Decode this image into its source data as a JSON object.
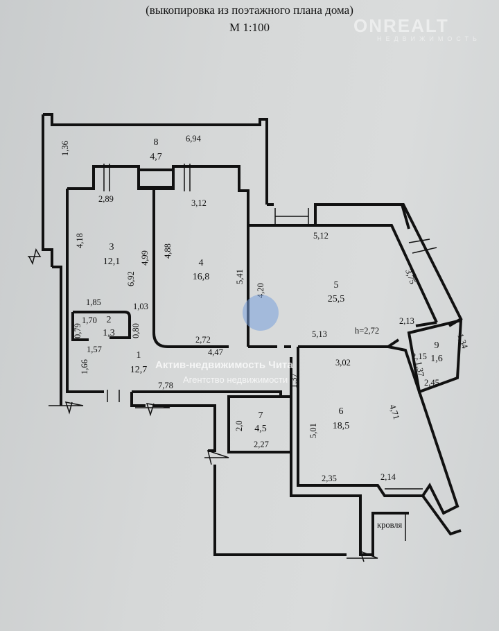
{
  "header": {
    "line1": "(выкопировка из поэтажного плана дома)",
    "scale": "М 1:100"
  },
  "watermark": {
    "brand": "ONREALT",
    "sub": "НЕДВИЖИМОСТЬ"
  },
  "overlay": {
    "agency": "Актив-недвижимость Чита",
    "tagline": "Агентство недвижимости"
  },
  "rooms": [
    {
      "num": "1",
      "area": "12,7"
    },
    {
      "num": "2",
      "area": "1,3"
    },
    {
      "num": "3",
      "area": "12,1"
    },
    {
      "num": "4",
      "area": "16,8"
    },
    {
      "num": "5",
      "area": "25,5"
    },
    {
      "num": "6",
      "area": "18,5"
    },
    {
      "num": "7",
      "area": "4,5"
    },
    {
      "num": "8",
      "area": "4,7"
    },
    {
      "num": "9",
      "area": "1,6"
    }
  ],
  "dims": [
    "1,36",
    "6,94",
    "2,89",
    "3,12",
    "4,18",
    "6,92",
    "4,99",
    "4,88",
    "5,41",
    "4,20",
    "5,12",
    "3,75",
    "1,85",
    "1,03",
    "1,70",
    "0,79",
    "0,80",
    "1,57",
    "2,72",
    "4,47",
    "5,13",
    "1,37",
    "1,66",
    "7,78",
    "3,02",
    "2,13",
    "2,15",
    "1,34",
    "1,37",
    "2,45",
    "5,01",
    "4,71",
    "2,0",
    "2,27",
    "2,35",
    "2,14"
  ],
  "notes": {
    "height": "h=2,72",
    "roof": "кровля"
  }
}
